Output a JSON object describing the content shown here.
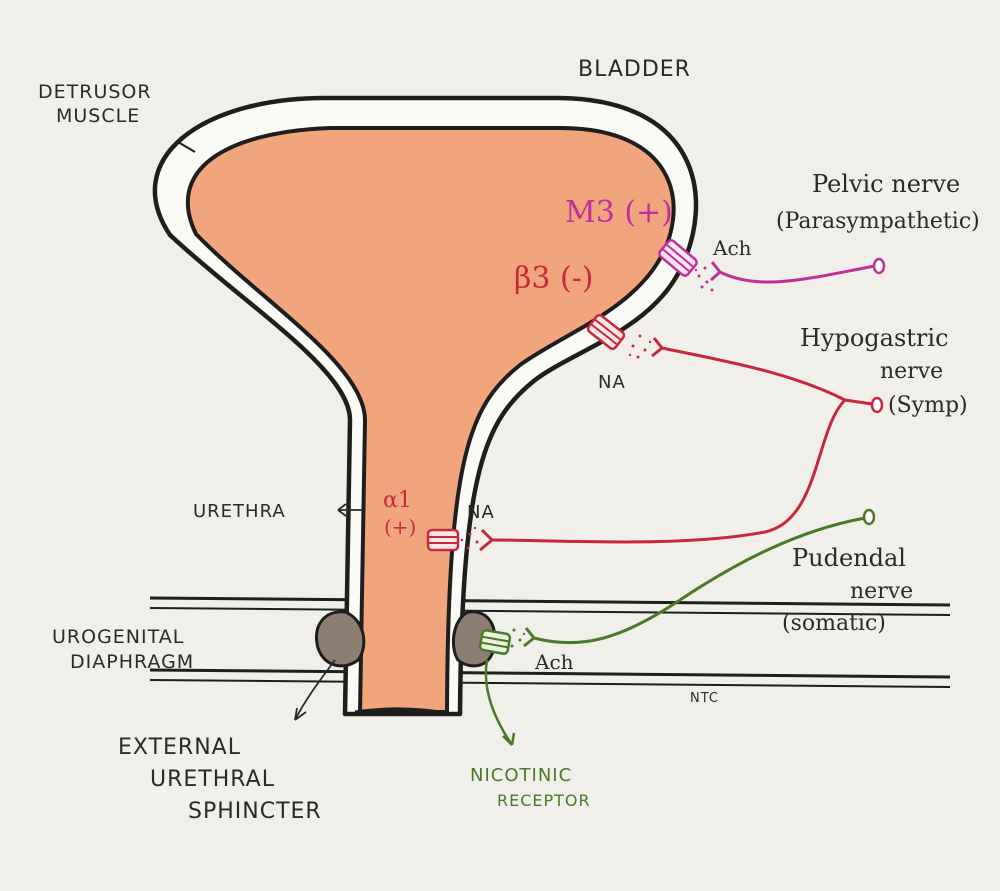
{
  "labels": {
    "bladder": "BLADDER",
    "detrusor_line1": "DETRUSOR",
    "detrusor_line2": "MUSCLE",
    "urethra": "URETHRA",
    "urogenital_line1": "UROGENITAL",
    "urogenital_line2": "DIAPHRAGM",
    "sphincter_line1": "EXTERNAL",
    "sphincter_line2": "URETHRAL",
    "sphincter_line3": "SPHINCTER",
    "nicotinic_line1": "NICOTINIC",
    "nicotinic_line2": "RECEPTOR",
    "signature": "NTC"
  },
  "receptors": {
    "m3": "M3 (+)",
    "beta3": "β3 (-)",
    "alpha1_line1": "α1",
    "alpha1_line2": "(+)"
  },
  "neurotransmitters": {
    "ach_top": "Ach",
    "na_bladder": "NA",
    "na_urethra": "NA",
    "ach_bottom": "Ach"
  },
  "nerves": {
    "pelvic_line1": "Pelvic nerve",
    "pelvic_line2": "(Parasympathetic)",
    "hypogastric_line1": "Hypogastric",
    "hypogastric_line2": "nerve",
    "hypogastric_line3": "(Symp)",
    "pudendal_line1": "Pudendal",
    "pudendal_line2": "nerve",
    "pudendal_line3": "(somatic)"
  },
  "colors": {
    "bladder_fill": "#f0a57c",
    "outline": "#1e1e1e",
    "parasympathetic": "#c1309a",
    "sympathetic": "#c8283a",
    "somatic": "#4a7a28",
    "sphincter": "#8d7d72"
  }
}
